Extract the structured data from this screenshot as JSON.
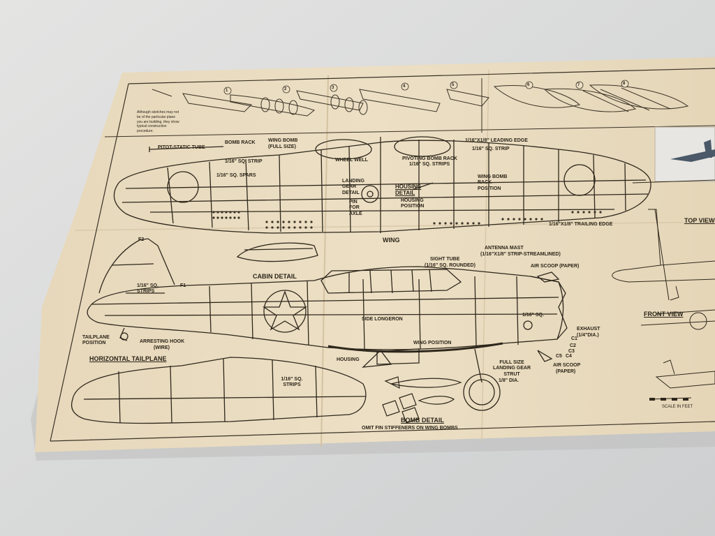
{
  "sheet": {
    "wing_labels": {
      "pitot_static_tube": "PITOT-STATIC TUBE",
      "bomb_rack": "BOMB RACK",
      "wing_bomb": "WING BOMB",
      "full_size": "(FULL SIZE)",
      "leading_edge": "1/16\"X1/8\" LEADING EDGE",
      "strip_right": "1/16\" SQ. STRIP",
      "strip_left": "1/16\" SQ. STRIP",
      "wheel_well": "WHEEL WELL",
      "pivoting_bomb_rack": "PIVOTING BOMB RACK",
      "pivoting_strips": "1/16\" SQ. STRIPS",
      "spars": "1/16\" SQ. SPARS",
      "landing_gear_detail": "LANDING GEAR DETAIL",
      "housing_detail": "HOUSING DETAIL",
      "housing_position": "HOUSING POSITION",
      "pin_for_axle": "PIN FOR AXLE",
      "wing_bomb_rack_position": "WING BOMB RACK POSITION",
      "trailing_edge": "1/16\"X1/8\" TRAILING EDGE",
      "wing_title": "WING"
    },
    "fuselage_labels": {
      "cabin_detail": "CABIN DETAIL",
      "sight_tube": "SIGHT TUBE",
      "sight_tube_note": "(1/16\" SQ. ROUNDED)",
      "antenna_mast": "ANTENNA MAST",
      "antenna_note": "(1/16\"X1/8\" STRIP-STREAMLINED)",
      "air_scoop_top": "AIR SCOOP (PAPER)",
      "strips": "1/16\" SQ. STRIPS",
      "sq": "1/16\" SQ.",
      "side_longeron": "SIDE LONGERON",
      "exhaust": "EXHAUST",
      "exhaust_note": "(1/4\"DIA.)",
      "tailplane_position": "TAILPLANE POSITION",
      "arresting_hook": "ARRESTING HOOK",
      "arresting_hook_note": "(WIRE)",
      "wing_position": "WING POSITION",
      "housing": "HOUSING",
      "full_size_gear": "FULL SIZE LANDING GEAR STRUT",
      "gear_dia": "1/8\" DIA.",
      "air_scoop_bottom": "AIR SCOOP",
      "air_scoop_paper": "(PAPER)",
      "c1": "C1",
      "c2": "C2",
      "c3": "C3",
      "c4": "C4",
      "c5": "C5",
      "f1": "F1",
      "f2": "F2"
    },
    "tailplane_labels": {
      "title": "HORIZONTAL TAILPLANE",
      "strips": "1/16\" SQ. STRIPS"
    },
    "bomb_labels": {
      "title": "BOMB DETAIL",
      "note": "OMIT FIN STIFFENERS ON WING BOMBS"
    },
    "side_panel": {
      "top_view": "TOP VIEW",
      "front_view": "FRONT VIEW",
      "scale": "SCALE IN FEET"
    },
    "intro_text": "Although sketches may not be of the particular plane you are building, they show typical construction procedure.",
    "step_numbers": [
      "1",
      "2",
      "3",
      "4",
      "5",
      "6",
      "7",
      "8"
    ]
  }
}
